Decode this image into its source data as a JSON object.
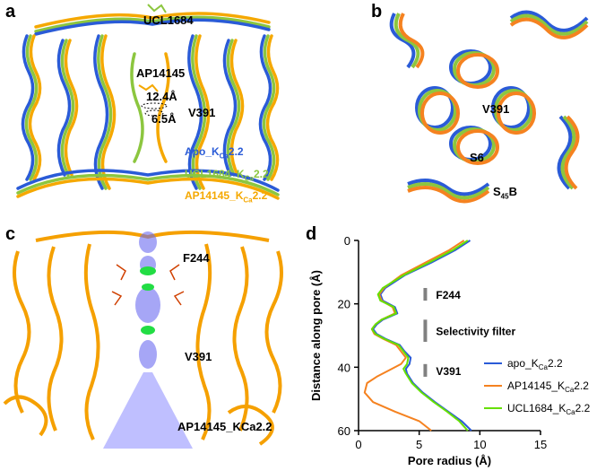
{
  "panels": {
    "a": {
      "label": "a",
      "labels": {
        "ligand_top": "UCL1684",
        "ligand_mid": "AP14145",
        "dist1": "12.4Å",
        "dist2": "6.5Å",
        "residue": "V391"
      },
      "legend": [
        {
          "prefix": "Apo_K",
          "sub": "Ca",
          "suffix": "2.2",
          "color": "#2a5bd7"
        },
        {
          "prefix": "UCL1684_K",
          "sub": "Ca",
          "suffix": "2.2",
          "color": "#8cc63f"
        },
        {
          "prefix": "AP14145_K",
          "sub": "Ca",
          "suffix": "2.2",
          "color": "#f5a800"
        }
      ]
    },
    "b": {
      "label": "b",
      "labels": {
        "residue": "V391",
        "helix": "S6",
        "linker_prefix": "S",
        "linker_sub": "45",
        "linker_suffix": "B"
      }
    },
    "c": {
      "label": "c",
      "labels": {
        "residue_top": "F244",
        "residue_bottom": "V391",
        "protein": "AP14145_KCa2.2"
      }
    },
    "d": {
      "label": "d"
    }
  },
  "colors": {
    "apo": "#2a5bd7",
    "ap14145": "#f58220",
    "ucl1684": "#66e000",
    "orange": "#f5a000",
    "gray": "#808080"
  },
  "chart_data": {
    "type": "line",
    "xlabel": "Pore radius (Å)",
    "ylabel": "Distance along pore (Å)",
    "xlim": [
      0,
      15
    ],
    "ylim": [
      0,
      60
    ],
    "y_inverted": true,
    "xticks": [
      0,
      5,
      10,
      15
    ],
    "yticks": [
      0,
      20,
      40,
      60
    ],
    "legend_position": "bottom-right",
    "series": [
      {
        "name": "apo_KCa2.2",
        "color": "#2a5bd7",
        "x": [
          9.2,
          8.0,
          6.0,
          3.8,
          2.2,
          1.8,
          2.0,
          3.0,
          3.2,
          2.0,
          1.5,
          1.2,
          1.5,
          2.2,
          3.4,
          3.8,
          4.3,
          4.2,
          3.9,
          4.0,
          4.5,
          5.3,
          6.3,
          7.4,
          8.5,
          9.3
        ],
        "y": [
          0,
          3,
          7,
          11,
          15,
          17,
          19,
          21,
          23,
          25,
          26.5,
          28,
          29.5,
          31,
          33,
          35,
          37,
          39,
          40.5,
          42,
          45,
          48,
          51,
          54,
          57,
          60
        ]
      },
      {
        "name": "AP14145_KCa2.2",
        "color": "#f58220",
        "x": [
          8.7,
          7.5,
          5.5,
          3.5,
          2.1,
          1.7,
          1.9,
          2.8,
          3.0,
          1.9,
          1.4,
          1.1,
          1.3,
          2.0,
          3.1,
          3.5,
          3.9,
          3.5,
          2.5,
          1.5,
          0.7,
          0.5,
          1.2,
          3.0,
          5.0,
          6.0
        ],
        "y": [
          0,
          3,
          7,
          11,
          15,
          17,
          19,
          21,
          23,
          25,
          26.5,
          28,
          29.5,
          31,
          33,
          35,
          37,
          39,
          41,
          43,
          45,
          48,
          51,
          54,
          57,
          60
        ]
      },
      {
        "name": "UCL1684_KCa2.2",
        "color": "#66e000",
        "x": [
          9.0,
          7.8,
          5.8,
          3.7,
          2.0,
          1.6,
          1.8,
          2.9,
          3.1,
          1.9,
          1.4,
          1.1,
          1.4,
          2.1,
          3.3,
          3.7,
          4.1,
          4.0,
          3.7,
          3.9,
          4.4,
          5.2,
          6.2,
          7.3,
          8.3,
          9.0
        ],
        "y": [
          0,
          3,
          7,
          11,
          15,
          17,
          19,
          21,
          23,
          25,
          26.5,
          28,
          29.5,
          31,
          33,
          35,
          37,
          39,
          40.5,
          42,
          45,
          48,
          51,
          54,
          57,
          60
        ]
      }
    ],
    "annotations": [
      {
        "text": "F244",
        "y_range": [
          15,
          19
        ],
        "x": 5.5
      },
      {
        "text": "Selectivity filter",
        "y_range": [
          25,
          32
        ],
        "x": 5.5
      },
      {
        "text": "V391",
        "y_range": [
          39,
          43
        ],
        "x": 5.5
      }
    ]
  }
}
